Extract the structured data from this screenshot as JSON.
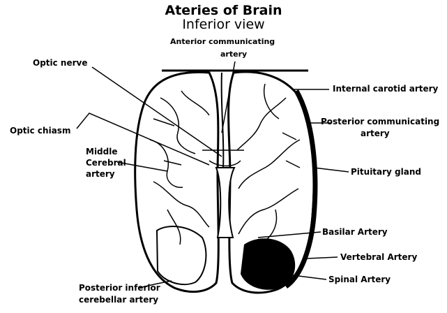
{
  "diagram": {
    "title": "Ateries of Brain",
    "subtitle": "Inferior view",
    "labels": {
      "anterior_comm_1": "Anterior communicating",
      "anterior_comm_2": "artery",
      "optic_nerve": "Optic nerve",
      "optic_chiasm": "Optic chiasm",
      "middle_cerebral_1": "Middle",
      "middle_cerebral_2": "Cerebral",
      "middle_cerebral_3": "artery",
      "internal_carotid": "Internal carotid artery",
      "posterior_comm_1": "Posterior communicating",
      "posterior_comm_2": "artery",
      "pituitary": "Pituitary gland",
      "basilar": "Basilar Artery",
      "vertebral": "Vertebral Artery",
      "spinal": "Spinal Artery",
      "posterior_inferior_1": "Posterior inferior",
      "posterior_inferior_2": "cerebellar artery"
    }
  }
}
